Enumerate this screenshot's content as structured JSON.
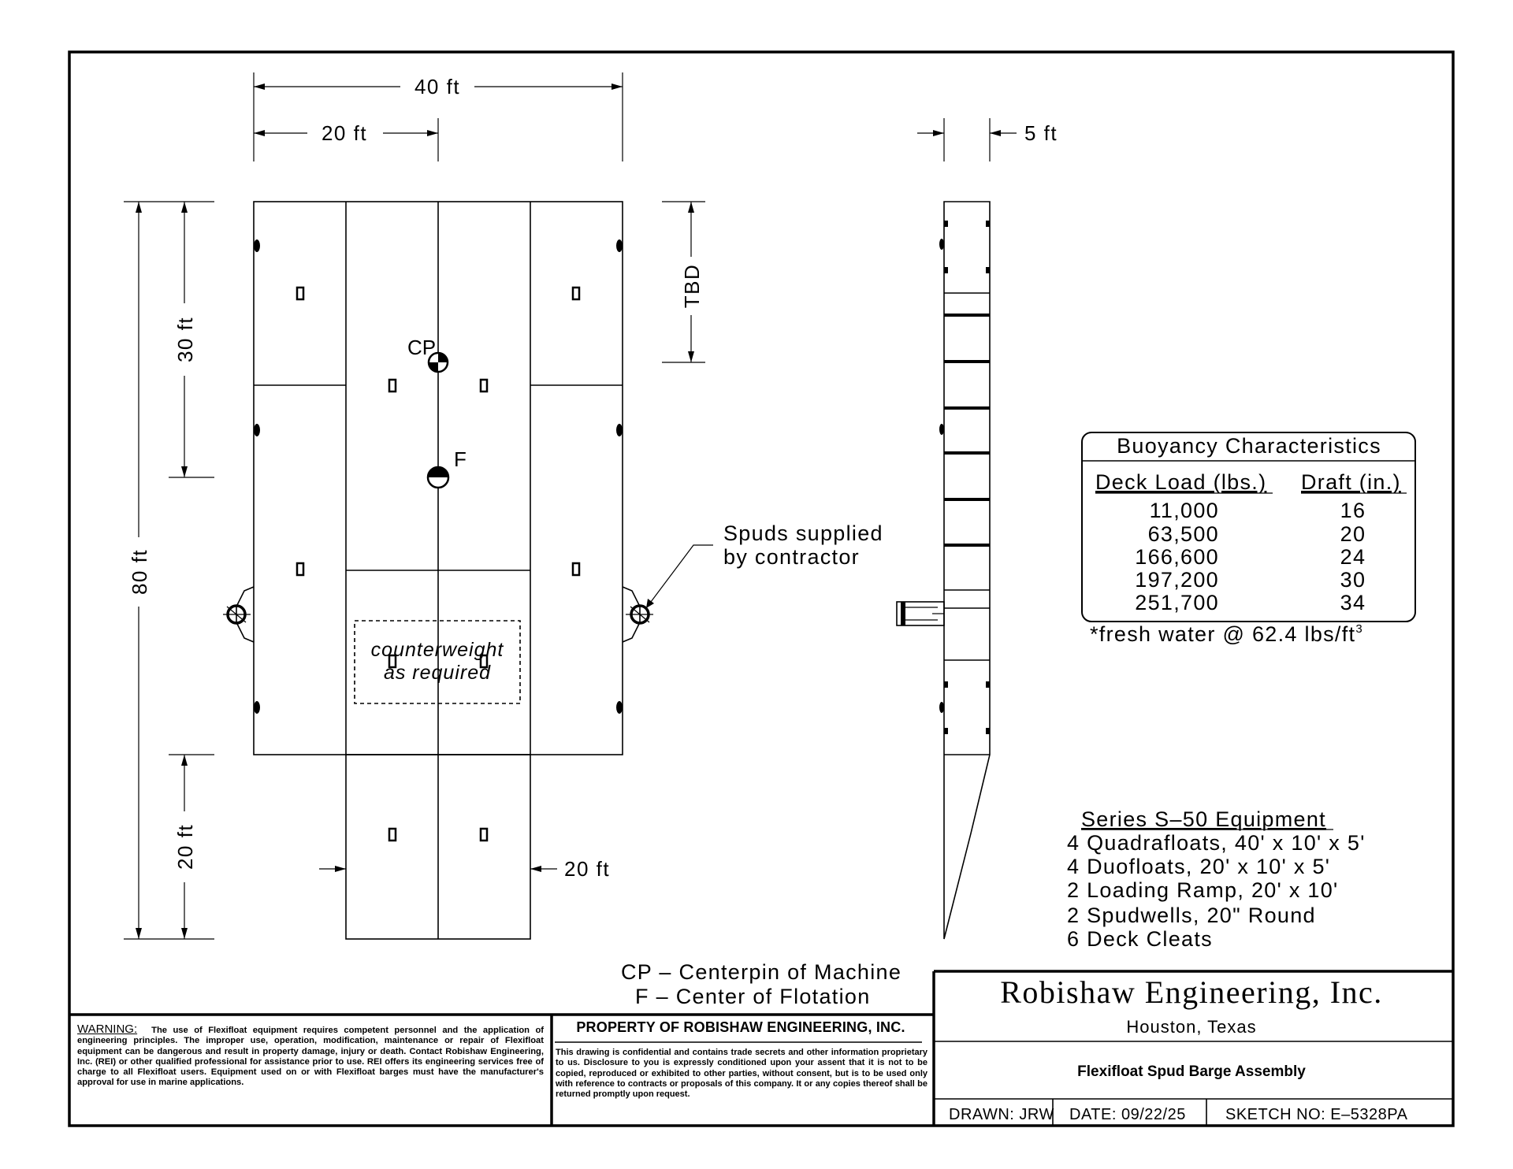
{
  "dimensions": {
    "top_total": "40 ft",
    "top_half": "20 ft",
    "side_width": "5 ft",
    "left_total": "80 ft",
    "left_upper": "30 ft",
    "left_lower": "20 ft",
    "ramp_width": "20 ft",
    "tbd": "TBD"
  },
  "markers": {
    "cp": "CP",
    "f": "F"
  },
  "counterweight": {
    "line1": "counterweight",
    "line2": "as  required"
  },
  "spuds_note": {
    "line1": "Spuds  supplied",
    "line2": "by  contractor"
  },
  "buoyancy": {
    "title": "Buoyancy  Characteristics",
    "col_load": "Deck  Load  (lbs.)",
    "col_draft": "Draft  (in.)",
    "rows": [
      {
        "load": "11,000",
        "draft": "16"
      },
      {
        "load": "63,500",
        "draft": "20"
      },
      {
        "load": "166,600",
        "draft": "24"
      },
      {
        "load": "197,200",
        "draft": "30"
      },
      {
        "load": "251,700",
        "draft": "34"
      }
    ],
    "footnote": "*fresh  water  @  62.4  lbs/ft",
    "footnote_sup": "3"
  },
  "equipment": {
    "title": "Series  S–50  Equipment",
    "items": [
      "4  Quadrafloats,  40'  x  10'  x  5'",
      "4  Duofloats,  20'  x  10'  x  5'",
      "2  Loading  Ramp,  20'  x  10'",
      "2  Spudwells,  20\"  Round",
      "6  Deck  Cleats"
    ]
  },
  "legend": {
    "cp_line": "CP  –  Centerpin  of  Machine",
    "f_line": "F  –  Center  of  Flotation"
  },
  "title_block": {
    "company": "Robishaw  Engineering,  Inc.",
    "location": "Houston,  Texas",
    "drawing_title": "Flexifloat  Spud  Barge  Assembly",
    "drawn": "DRAWN:  JRW",
    "date": "DATE:  09/22/25",
    "sketch_no": "SKETCH  NO:  E–5328PA"
  },
  "warning": {
    "label": "WARNING:",
    "text": "The use of Flexifloat equipment requires competent personnel and the application of engineering principles. The improper use, operation, modification, maintenance or repair of Flexifloat equipment can be dangerous and result in property damage, injury or death. Contact Robishaw Engineering, Inc. (REI) or other qualified professional for assistance prior to use. REI offers its engineering services free of charge to all Flexifloat users. Equipment used on or with Flexifloat barges must have the manufacturer's approval for use in marine applications."
  },
  "property": {
    "heading": "PROPERTY  OF  ROBISHAW  ENGINEERING,  INC.",
    "text": "This drawing is confidential and contains trade secrets and other information proprietary to us. Disclosure to you is expressly conditioned upon your assent that it is not to be copied, reproduced or exhibited to other parties, without consent, but is to be used only with reference to contracts or proposals of this company. It or any copies thereof shall be returned promptly upon request."
  }
}
